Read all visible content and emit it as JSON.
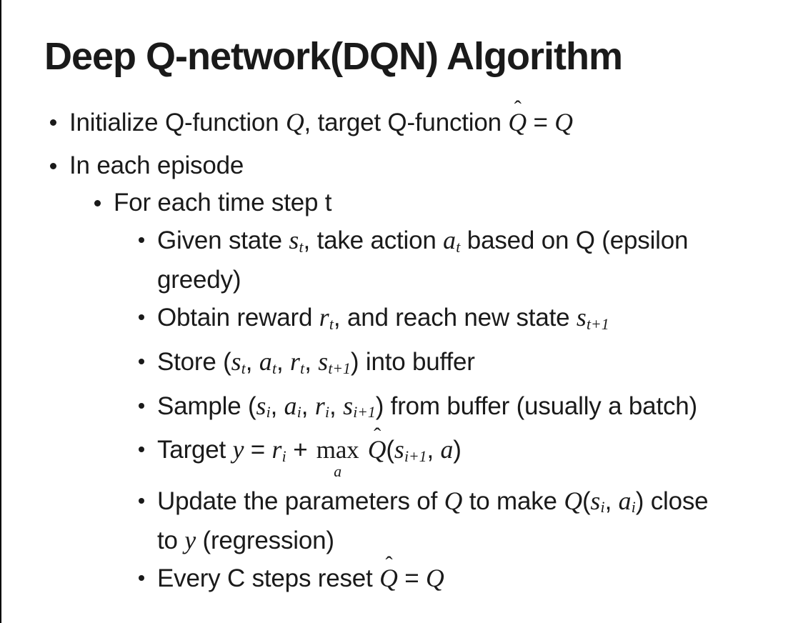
{
  "title": "Deep Q-network(DQN) Algorithm",
  "colors": {
    "text": "#1a1a1a",
    "background": "#ffffff",
    "left_border": "#000000"
  },
  "bullets": [
    {
      "level": 1,
      "segments": [
        {
          "k": "t",
          "v": "Initialize Q-function "
        },
        {
          "k": "m",
          "v": "Q"
        },
        {
          "k": "t",
          "v": ", target Q-function "
        },
        {
          "k": "hat",
          "v": "Q"
        },
        {
          "k": "t",
          "v": " = "
        },
        {
          "k": "m",
          "v": "Q"
        }
      ]
    },
    {
      "level": 1,
      "segments": [
        {
          "k": "t",
          "v": "In each episode"
        }
      ]
    },
    {
      "level": 2,
      "segments": [
        {
          "k": "t",
          "v": "For each time step t"
        }
      ]
    },
    {
      "level": 3,
      "segments": [
        {
          "k": "t",
          "v": "Given state "
        },
        {
          "k": "m",
          "v": "s",
          "sub": "t"
        },
        {
          "k": "t",
          "v": ", take action "
        },
        {
          "k": "m",
          "v": "a",
          "sub": "t"
        },
        {
          "k": "t",
          "v": " based on Q (epsilon"
        },
        {
          "k": "br"
        },
        {
          "k": "t",
          "v": "greedy)"
        }
      ]
    },
    {
      "level": 3,
      "segments": [
        {
          "k": "t",
          "v": "Obtain reward "
        },
        {
          "k": "m",
          "v": "r",
          "sub": "t"
        },
        {
          "k": "t",
          "v": ", and reach new state "
        },
        {
          "k": "m",
          "v": "s",
          "sub": "t+1"
        }
      ]
    },
    {
      "level": 3,
      "segments": [
        {
          "k": "t",
          "v": "Store ("
        },
        {
          "k": "m",
          "v": "s",
          "sub": "t"
        },
        {
          "k": "t",
          "v": ", "
        },
        {
          "k": "m",
          "v": "a",
          "sub": "t"
        },
        {
          "k": "t",
          "v": ", "
        },
        {
          "k": "m",
          "v": "r",
          "sub": "t"
        },
        {
          "k": "t",
          "v": ", "
        },
        {
          "k": "m",
          "v": "s",
          "sub": "t+1"
        },
        {
          "k": "t",
          "v": ") into buffer"
        }
      ]
    },
    {
      "level": 3,
      "segments": [
        {
          "k": "t",
          "v": "Sample ("
        },
        {
          "k": "m",
          "v": "s",
          "sub": "i"
        },
        {
          "k": "t",
          "v": ", "
        },
        {
          "k": "m",
          "v": "a",
          "sub": "i"
        },
        {
          "k": "t",
          "v": ", "
        },
        {
          "k": "m",
          "v": "r",
          "sub": "i"
        },
        {
          "k": "t",
          "v": ", "
        },
        {
          "k": "m",
          "v": "s",
          "sub": "i+1"
        },
        {
          "k": "t",
          "v": ") from buffer (usually a batch)"
        }
      ]
    },
    {
      "level": 3,
      "segments": [
        {
          "k": "t",
          "v": "Target "
        },
        {
          "k": "m",
          "v": "y"
        },
        {
          "k": "t",
          "v": " = "
        },
        {
          "k": "m",
          "v": "r",
          "sub": "i"
        },
        {
          "k": "t",
          "v": " + "
        },
        {
          "k": "under",
          "v": "max",
          "u": "a"
        },
        {
          "k": "t",
          "v": " "
        },
        {
          "k": "hat",
          "v": "Q"
        },
        {
          "k": "t",
          "v": "("
        },
        {
          "k": "m",
          "v": "s",
          "sub": "i+1"
        },
        {
          "k": "t",
          "v": ", "
        },
        {
          "k": "m",
          "v": "a"
        },
        {
          "k": "t",
          "v": ")"
        }
      ]
    },
    {
      "level": 3,
      "segments": [
        {
          "k": "t",
          "v": "Update the parameters of "
        },
        {
          "k": "m",
          "v": "Q"
        },
        {
          "k": "t",
          "v": " to make "
        },
        {
          "k": "m",
          "v": "Q"
        },
        {
          "k": "t",
          "v": "("
        },
        {
          "k": "m",
          "v": "s",
          "sub": "i"
        },
        {
          "k": "t",
          "v": ", "
        },
        {
          "k": "m",
          "v": "a",
          "sub": "i"
        },
        {
          "k": "t",
          "v": ") close"
        },
        {
          "k": "br"
        },
        {
          "k": "t",
          "v": "to "
        },
        {
          "k": "m",
          "v": "y"
        },
        {
          "k": "t",
          "v": " (regression)"
        }
      ]
    },
    {
      "level": 3,
      "segments": [
        {
          "k": "t",
          "v": "Every C steps reset "
        },
        {
          "k": "hat",
          "v": "Q"
        },
        {
          "k": "t",
          "v": " = "
        },
        {
          "k": "m",
          "v": "Q"
        }
      ]
    }
  ]
}
